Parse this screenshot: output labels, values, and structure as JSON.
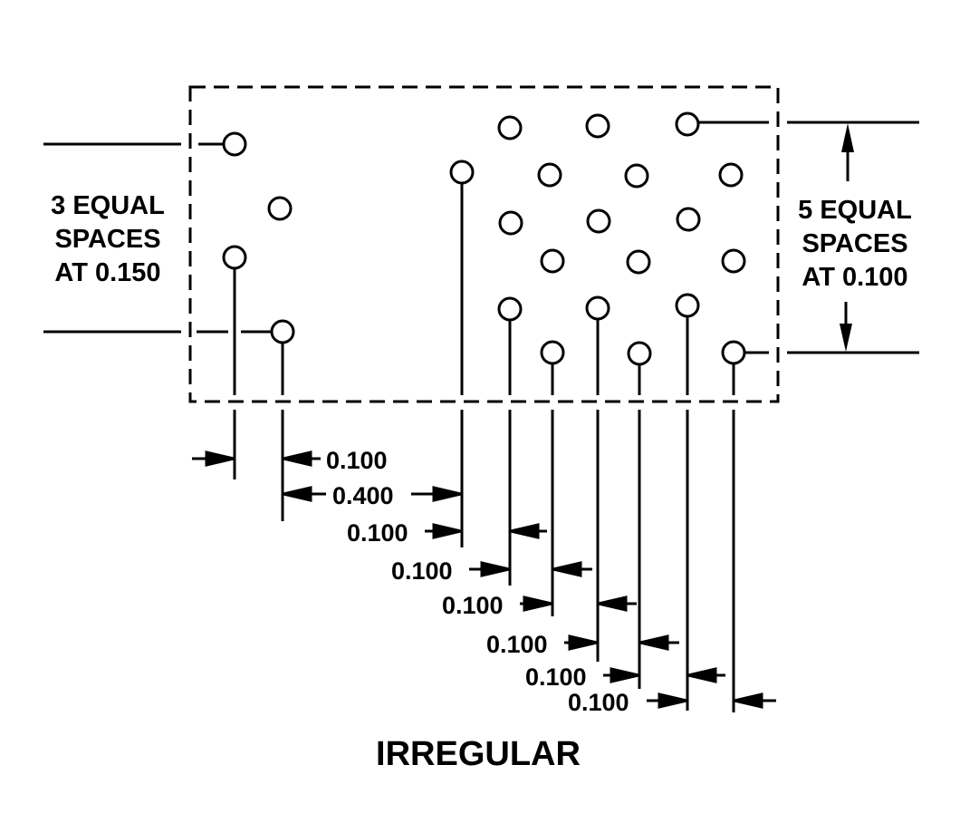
{
  "diagram": {
    "title": "IRREGULAR",
    "ink_color": "#000000",
    "background": "#ffffff",
    "left_callout": {
      "lines": [
        "3 EQUAL",
        "SPACES",
        "AT 0.150"
      ],
      "count": 3,
      "spacing": 0.15
    },
    "right_callout": {
      "lines": [
        "5 EQUAL",
        "SPACES",
        "AT 0.100"
      ],
      "count": 5,
      "spacing": 0.1
    },
    "horizontal_dimensions": [
      {
        "label": "0.100",
        "from": "hole-col-1",
        "to": "hole-col-2"
      },
      {
        "label": "0.400",
        "from": "hole-col-2",
        "to": "hole-col-3"
      },
      {
        "label": "0.100",
        "from": "hole-col-3",
        "to": "hole-col-4"
      },
      {
        "label": "0.100",
        "from": "hole-col-4",
        "to": "hole-col-5"
      },
      {
        "label": "0.100",
        "from": "hole-col-5",
        "to": "hole-col-6"
      },
      {
        "label": "0.100",
        "from": "hole-col-6",
        "to": "hole-col-7"
      },
      {
        "label": "0.100",
        "from": "hole-col-7",
        "to": "hole-col-8"
      },
      {
        "label": "0.100",
        "from": "hole-col-8",
        "to": "hole-col-9"
      }
    ],
    "hole_count": 23
  }
}
